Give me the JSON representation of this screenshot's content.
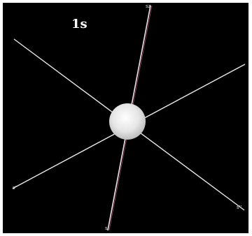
{
  "title": "1s",
  "colors": {
    "background": "#000000",
    "line": "#e8e8e8",
    "highlight": "#cc5577",
    "sphere": "#f2f2f2"
  },
  "axis_labels": {
    "top": "sz",
    "bottom": "s",
    "left": "s'",
    "right": "s''"
  }
}
